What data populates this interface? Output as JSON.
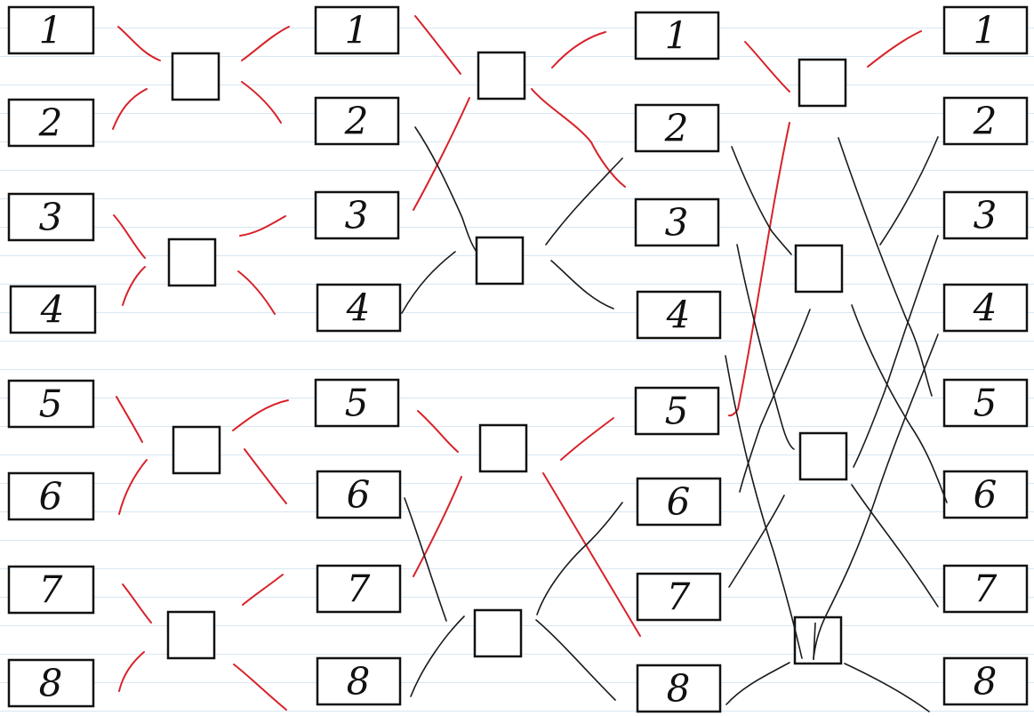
{
  "stages": [
    {
      "labels": [
        "1",
        "2",
        "3",
        "4",
        "5",
        "6",
        "7",
        "8"
      ]
    },
    {
      "labels": [
        "1",
        "2",
        "3",
        "4",
        "5",
        "6",
        "7",
        "8"
      ]
    },
    {
      "labels": [
        "1",
        "2",
        "3",
        "4",
        "5",
        "6",
        "7",
        "8"
      ]
    },
    {
      "labels": [
        "1",
        "2",
        "3",
        "4",
        "5",
        "6",
        "7",
        "8"
      ]
    }
  ],
  "colors": {
    "box_stroke": "#111111",
    "red_wire": "#d8222a",
    "black_wire": "#1a1a1a",
    "ruled_line": "#d7e7f3"
  }
}
